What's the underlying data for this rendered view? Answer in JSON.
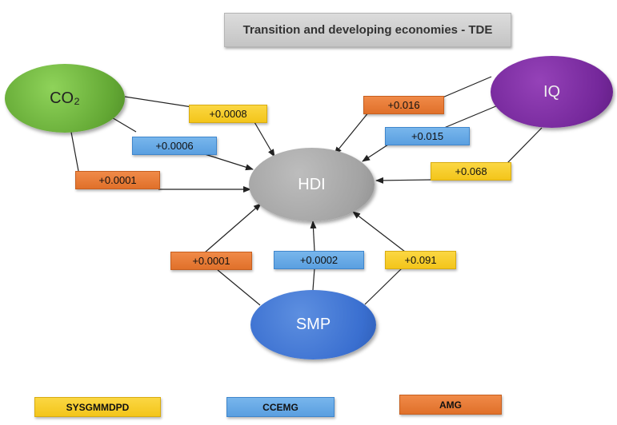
{
  "title": "Transition and developing economies - TDE",
  "nodes": {
    "co2": "CO₂",
    "iq": "IQ",
    "hdi": "HDI",
    "smp": "SMP"
  },
  "edge_labels": {
    "co2_sysgmm": "+0.0008",
    "co2_ccemg": "+0.0006",
    "co2_amg": "+0.0001",
    "iq_amg": "+0.016",
    "iq_ccemg": "+0.015",
    "iq_sysgmm": "+0.068",
    "smp_amg": "+0.0001",
    "smp_ccemg": "+0.0002",
    "smp_sysgmm": "+0.091"
  },
  "legend": {
    "sysgmm": "SYSGMMDPD",
    "ccemg": "CCEMG",
    "amg": "AMG"
  },
  "colors": {
    "amg": "#e8782f",
    "ccemg": "#63a6e6",
    "sysgmm": "#f7cb28",
    "co2": "#6ab43a",
    "iq": "#7a2aa0",
    "hdi": "#a7a7a7",
    "smp": "#3b6fd0"
  }
}
